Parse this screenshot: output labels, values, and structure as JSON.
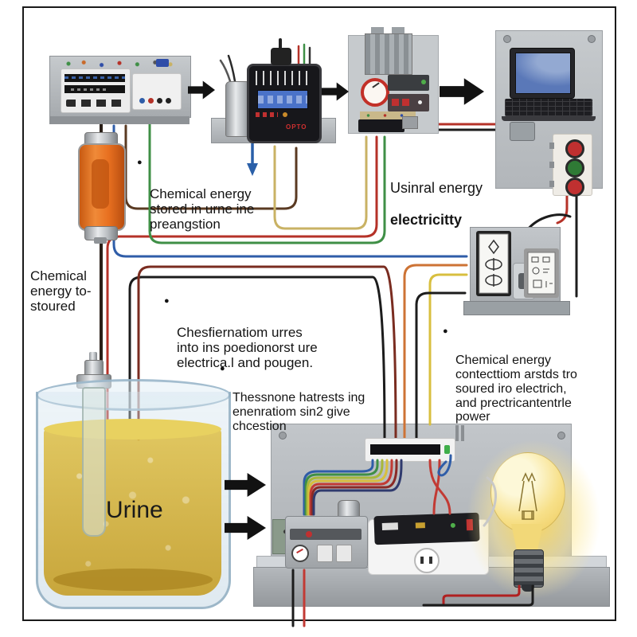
{
  "ui": {
    "bullet": "●"
  },
  "text_blocks": {
    "stored": {
      "text": "Chemical energy\nstored in urne ine\npreangstion"
    },
    "using": {
      "line1": "Usinral energy",
      "line2": "electricitty"
    },
    "to_stoured": {
      "text": "Chemical\nenergy to-\nstoured"
    },
    "conversion": {
      "text": "Chesfiernatiom urres\ninto ins poedionorst ure\nelectrica.l and pougen."
    },
    "harvest": {
      "text": "Thessnone hatrests ing\nenenratiom sin2 give\nchcestion"
    },
    "power": {
      "text": "Chemical energy\ncontecttiom arstds tro\nsoured iro electrich,\nand prectricantentrle\npower"
    }
  },
  "beaker": {
    "label": "Urine"
  },
  "devices": {
    "analyzer": {
      "display_label": "OPTO"
    }
  },
  "colors": {
    "urine": "#d2ab35",
    "bulb_glow": "#f6d75c",
    "wire_green": "#3f8f46",
    "wire_red": "#b53228",
    "wire_blue": "#2f5da8",
    "wire_brown": "#5a3a22",
    "wire_khaki": "#c9b264",
    "wire_orange": "#cd7335",
    "wire_yellow": "#d8bf3f",
    "wire_black": "#1c1c1c",
    "arrow": "#121212"
  }
}
